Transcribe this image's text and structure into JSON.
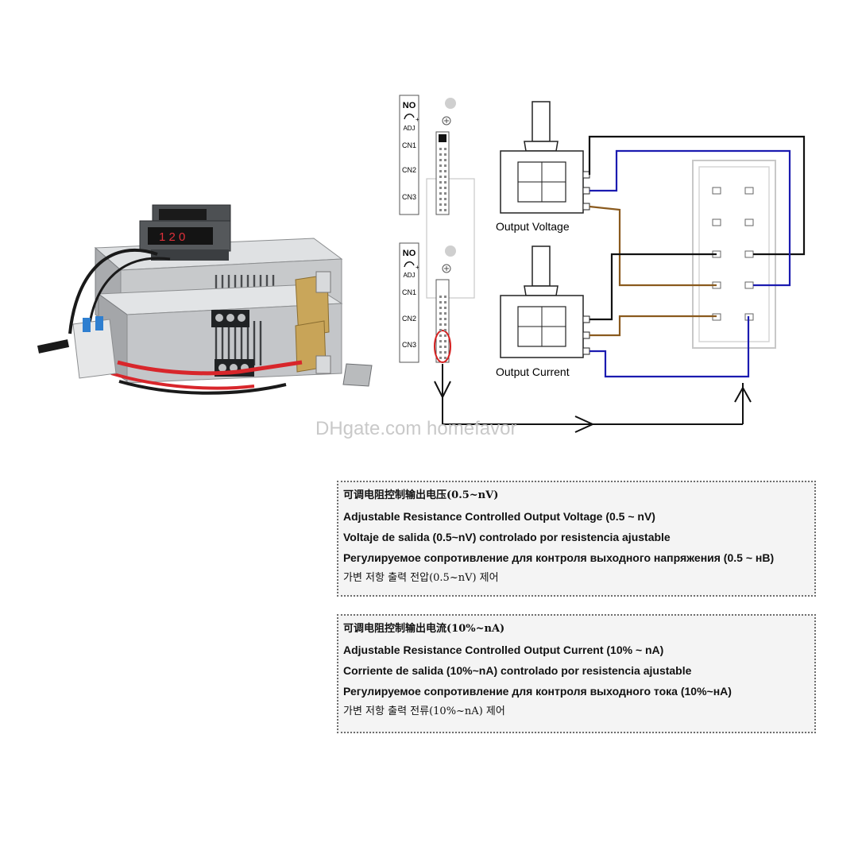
{
  "connector_strips": [
    {
      "labels": [
        "NO",
        "ADJ",
        "CN1",
        "CN2",
        "CN3"
      ]
    },
    {
      "labels": [
        "NO",
        "ADJ",
        "CN1",
        "CN2",
        "CN3"
      ]
    }
  ],
  "potentiometers": {
    "voltage_label": "Output  Voltage",
    "current_label": "Output  Current"
  },
  "watermark": "DHgate.com homefavor",
  "voltage_note": {
    "cn": "可调电阻控制输出电压(0.5~nV)",
    "en": "Adjustable Resistance Controlled Output Voltage (0.5 ~ nV)",
    "es": "Voltaje de salida (0.5~nV) controlado por resistencia ajustable",
    "ru": "Регулируемое сопротивление для контроля выходного напряжения (0.5 ~ нВ)",
    "ko": "가변 저항 출력 전압(0.5~nV) 제어"
  },
  "current_note": {
    "cn": "可调电阻控制输出电流(10%~nA)",
    "en": "Adjustable Resistance Controlled Output Current (10% ~ nA)",
    "es": "Corriente de salida (10%~nA) controlado por resistencia ajustable",
    "ru": "Регулируемое сопротивление для контроля выходного тока (10%~нА)",
    "ko": "가변 저항 출력 전류(10%~nA) 제어"
  },
  "colors": {
    "wire_black": "#111111",
    "wire_blue": "#1b1bb0",
    "wire_brown": "#8a5a1e",
    "highlight_red": "#d42020",
    "psu_body": "#c7c9cb",
    "meter_red": "#e0303a",
    "cable_red": "#d8262b",
    "breaker_blue": "#2f7fd0",
    "copper": "#c9a65a"
  }
}
